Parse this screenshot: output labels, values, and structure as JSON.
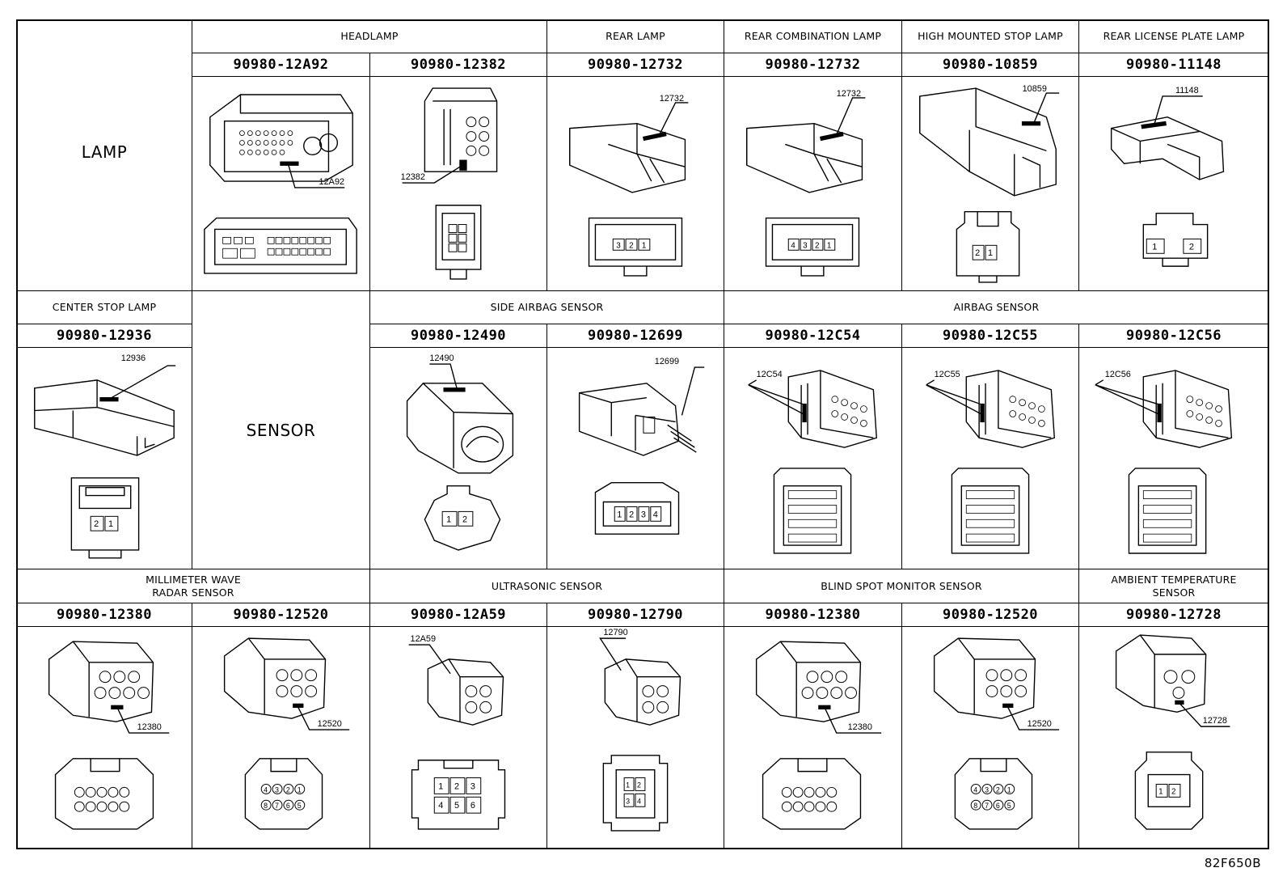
{
  "categories": {
    "lamp": "LAMP",
    "sensor": "SENSOR"
  },
  "groups": {
    "headlamp": "HEADLAMP",
    "rear_lamp": "REAR LAMP",
    "rear_combination_lamp": "REAR COMBINATION LAMP",
    "high_mounted_stop_lamp": "HIGH MOUNTED STOP LAMP",
    "rear_license_plate_lamp": "REAR LICENSE PLATE LAMP",
    "center_stop_lamp": "CENTER STOP LAMP",
    "side_airbag_sensor": "SIDE AIRBAG SENSOR",
    "airbag_sensor": "AIRBAG SENSOR",
    "millimeter_wave_radar_sensor": "MILLIMETER WAVE RADAR SENSOR",
    "ultrasonic_sensor": "ULTRASONIC SENSOR",
    "blind_spot_monitor_sensor": "BLIND SPOT MONITOR SENSOR",
    "ambient_temperature_sensor": "AMBIENT TEMPERATURE SENSOR"
  },
  "connectors": [
    {
      "part": "90980-12A92",
      "tag": "12A92",
      "pins": []
    },
    {
      "part": "90980-12382",
      "tag": "12382",
      "pins": []
    },
    {
      "part": "90980-12732",
      "tag": "12732",
      "pins": [
        "3",
        "2",
        "1"
      ]
    },
    {
      "part": "90980-12732",
      "tag": "12732",
      "pins": [
        "4",
        "3",
        "2",
        "1"
      ]
    },
    {
      "part": "90980-10859",
      "tag": "10859",
      "pins": [
        "2",
        "1"
      ]
    },
    {
      "part": "90980-11148",
      "tag": "11148",
      "pins": [
        "1",
        "2"
      ]
    },
    {
      "part": "90980-12936",
      "tag": "12936",
      "pins": [
        "2",
        "1"
      ]
    },
    {
      "part": "90980-12490",
      "tag": "12490",
      "pins": [
        "1",
        "2"
      ]
    },
    {
      "part": "90980-12699",
      "tag": "12699",
      "pins": [
        "1",
        "2",
        "3",
        "4"
      ]
    },
    {
      "part": "90980-12C54",
      "tag": "12C54",
      "pins": []
    },
    {
      "part": "90980-12C55",
      "tag": "12C55",
      "pins": []
    },
    {
      "part": "90980-12C56",
      "tag": "12C56",
      "pins": []
    },
    {
      "part": "90980-12380",
      "tag": "12380",
      "pins": []
    },
    {
      "part": "90980-12520",
      "tag": "12520",
      "pins": [
        "4",
        "3",
        "2",
        "1",
        "8",
        "7",
        "6",
        "5"
      ]
    },
    {
      "part": "90980-12A59",
      "tag": "12A59",
      "pins": [
        "1",
        "2",
        "3",
        "4",
        "5",
        "6"
      ]
    },
    {
      "part": "90980-12790",
      "tag": "12790",
      "pins": [
        "1",
        "2",
        "3",
        "4"
      ]
    },
    {
      "part": "90980-12380",
      "tag": "12380",
      "pins": []
    },
    {
      "part": "90980-12520",
      "tag": "12520",
      "pins": [
        "4",
        "3",
        "2",
        "1",
        "8",
        "7",
        "6",
        "5"
      ]
    },
    {
      "part": "90980-12728",
      "tag": "12728",
      "pins": [
        "1",
        "2"
      ]
    }
  ],
  "footer": {
    "figure_code": "82F650B"
  }
}
